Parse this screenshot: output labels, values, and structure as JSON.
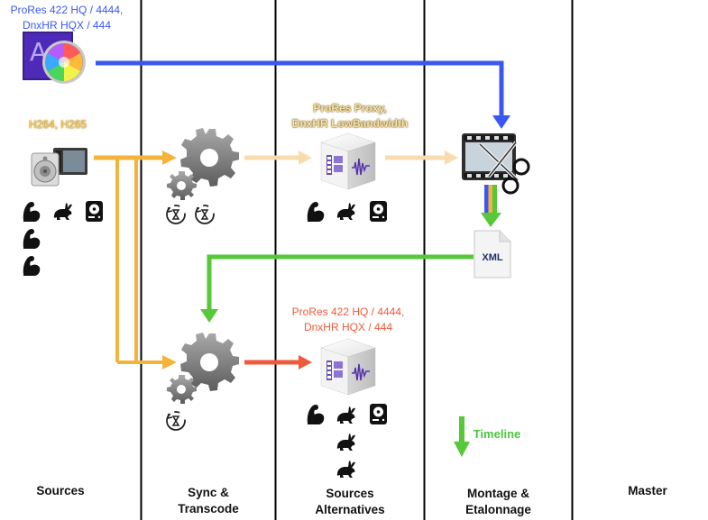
{
  "columns": [
    {
      "title": "Sources"
    },
    {
      "title": "Sync &\nTranscode"
    },
    {
      "title": "Sources\nAlternatives"
    },
    {
      "title": "Montage &\nEtalonnage"
    },
    {
      "title": "Master"
    }
  ],
  "labels": {
    "source_formats": "ProRes 422 HQ / 4444,\nDnxHR HQX / 444",
    "camera_formats": "H264, H265",
    "proxy_formats": "ProRes Proxy,\nDnxHR LowBandwidth",
    "alt_formats": "ProRes 422 HQ / 4444,\nDnxHR HQX / 444",
    "xml": "XML",
    "timeline": "Timeline"
  },
  "icons": {
    "source_app": "motion-app-icon",
    "camera_source": "media-player-icon",
    "gear": "gear-icon",
    "media_file": "media-file-icon",
    "editing": "film-scissors-icon",
    "xml_doc": "xml-document-icon",
    "power": "bicep-icon",
    "speed": "rabbit-icon",
    "storage": "hard-drive-icon",
    "time": "stopwatch-icon"
  },
  "colors": {
    "blue": "#3b57f2",
    "orange": "#f4b43c",
    "beige": "#f9dcae",
    "green": "#56c83a",
    "red": "#ef5a3a"
  }
}
